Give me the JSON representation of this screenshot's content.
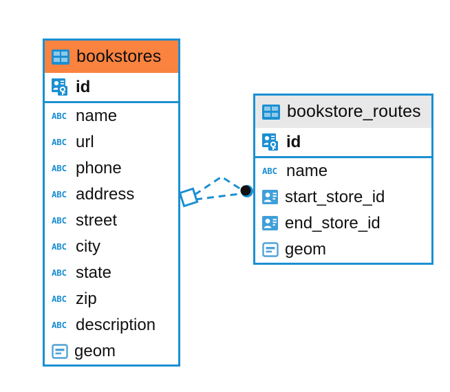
{
  "diagram": {
    "type": "entity-relationship-diagram",
    "background_color": "#ffffff",
    "accent_color": "#1b8fd2",
    "highlight_color": "#fa8340",
    "neutral_header_color": "#e8e8e8"
  },
  "tables": [
    {
      "name": "bookstores",
      "header_style": "orange",
      "table_icon": "table-icon",
      "fields": [
        {
          "name": "id",
          "icon": "primary-key-icon",
          "type_hint": "pk"
        },
        {
          "name": "name",
          "icon": "text-abc-icon",
          "type_hint": "text"
        },
        {
          "name": "url",
          "icon": "text-abc-icon",
          "type_hint": "text"
        },
        {
          "name": "phone",
          "icon": "text-abc-icon",
          "type_hint": "text"
        },
        {
          "name": "address",
          "icon": "text-abc-icon",
          "type_hint": "text"
        },
        {
          "name": "street",
          "icon": "text-abc-icon",
          "type_hint": "text"
        },
        {
          "name": "city",
          "icon": "text-abc-icon",
          "type_hint": "text"
        },
        {
          "name": "state",
          "icon": "text-abc-icon",
          "type_hint": "text"
        },
        {
          "name": "zip",
          "icon": "text-abc-icon",
          "type_hint": "text"
        },
        {
          "name": "description",
          "icon": "text-abc-icon",
          "type_hint": "text"
        },
        {
          "name": "geom",
          "icon": "geometry-blob-icon",
          "type_hint": "geometry"
        }
      ]
    },
    {
      "name": "bookstore_routes",
      "header_style": "gray",
      "table_icon": "table-icon",
      "fields": [
        {
          "name": "id",
          "icon": "primary-key-icon",
          "type_hint": "pk"
        },
        {
          "name": "name",
          "icon": "text-abc-icon",
          "type_hint": "text"
        },
        {
          "name": "start_store_id",
          "icon": "foreign-key-icon",
          "type_hint": "fk"
        },
        {
          "name": "end_store_id",
          "icon": "foreign-key-icon",
          "type_hint": "fk"
        },
        {
          "name": "geom",
          "icon": "geometry-blob-icon",
          "type_hint": "geometry"
        }
      ]
    }
  ],
  "relationship": {
    "from_table": "bookstores",
    "to_table": "bookstore_routes",
    "line_style": "dashed",
    "line_color": "#1b8fd2",
    "source_marker": "diamond-outline",
    "target_marker": "filled-circle",
    "target_marker_color": "#111111"
  },
  "icon_labels": {
    "abc": "ABC"
  }
}
